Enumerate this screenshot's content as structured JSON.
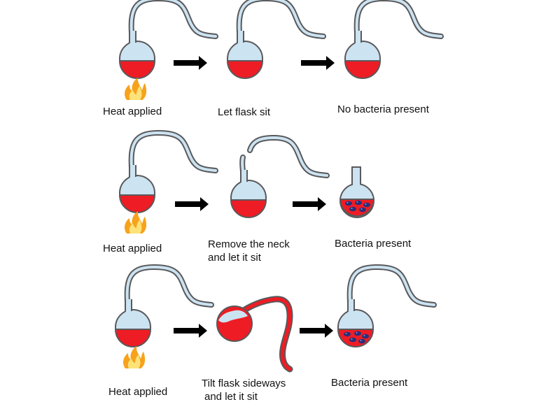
{
  "colors": {
    "broth": "#ee1c24",
    "flask_fill": "#cce3f1",
    "flask_stroke": "#59595c",
    "arrow": "#000000",
    "bacteria": "#2a2f7a",
    "flame_outer": "#f7a21b",
    "flame_inner": "#fde27a"
  },
  "icons": {
    "flame": "flame-icon",
    "arrow": "arrow-right-icon",
    "flask": "swan-neck-flask-icon",
    "bacteria": "bacteria-icon"
  },
  "rows": [
    {
      "labels": {
        "step1": "Heat applied",
        "step2": "Let flask sit",
        "step3": "No bacteria present"
      }
    },
    {
      "labels": {
        "step1": "Heat applied",
        "step2_line1": "Remove the neck",
        "step2_line2": "and let it sit",
        "step3": "Bacteria present"
      }
    },
    {
      "labels": {
        "step1": "Heat applied",
        "step2_line1": "Tilt flask sideways",
        "step2_line2": "and let it sit",
        "step3": "Bacteria present"
      }
    }
  ]
}
